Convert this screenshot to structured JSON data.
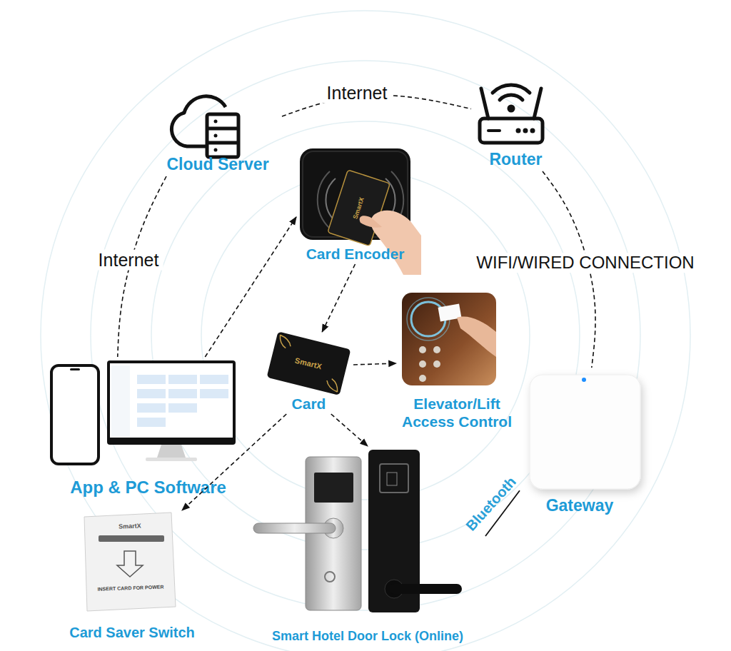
{
  "diagram": {
    "nodes": [
      {
        "text": [
          "Cloud Server"
        ]
      },
      {
        "text": [
          "Router"
        ]
      },
      {
        "text": [
          "Card Encoder"
        ]
      },
      {
        "text": [
          "Card"
        ]
      },
      {
        "text": [
          "Elevator/Lift Access Control"
        ]
      },
      {
        "text": [
          "App & PC Software"
        ]
      },
      {
        "text": [
          "Gateway"
        ]
      },
      {
        "text": [
          "Card Saver Switch"
        ]
      },
      {
        "text": [
          "Smart Hotel Door Lock (Online)"
        ]
      }
    ],
    "edges": [
      {
        "from": 0,
        "to": 1,
        "label": "Internet",
        "arrow": "none"
      },
      {
        "from": 0,
        "to": 5,
        "label": "Internet",
        "arrow": "none"
      },
      {
        "from": 1,
        "to": 6,
        "label": "WIFI/WIRED CONNECTION",
        "arrow": "none"
      },
      {
        "from": 6,
        "to": 8,
        "label": "Bluetooth",
        "arrow": "none"
      },
      {
        "from": 5,
        "to": 2,
        "arrow": "to"
      },
      {
        "from": 2,
        "to": 3,
        "arrow": "to"
      },
      {
        "from": 3,
        "to": 4,
        "arrow": "to"
      },
      {
        "from": 3,
        "to": 8,
        "arrow": "to"
      },
      {
        "from": 3,
        "to": 7,
        "arrow": "to"
      }
    ],
    "labels": [
      "SmartX",
      "SmartX",
      "SmartX",
      "INSERT CARD FOR POWER"
    ]
  }
}
